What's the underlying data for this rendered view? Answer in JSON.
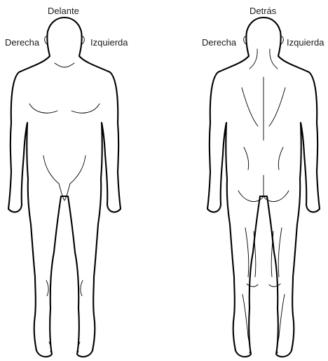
{
  "front": {
    "title": "Delante",
    "side_right": "Derecha",
    "side_left": "Izquierda"
  },
  "back": {
    "title": "Detrás",
    "side_right": "Derecha",
    "side_left": "Izquierda"
  }
}
